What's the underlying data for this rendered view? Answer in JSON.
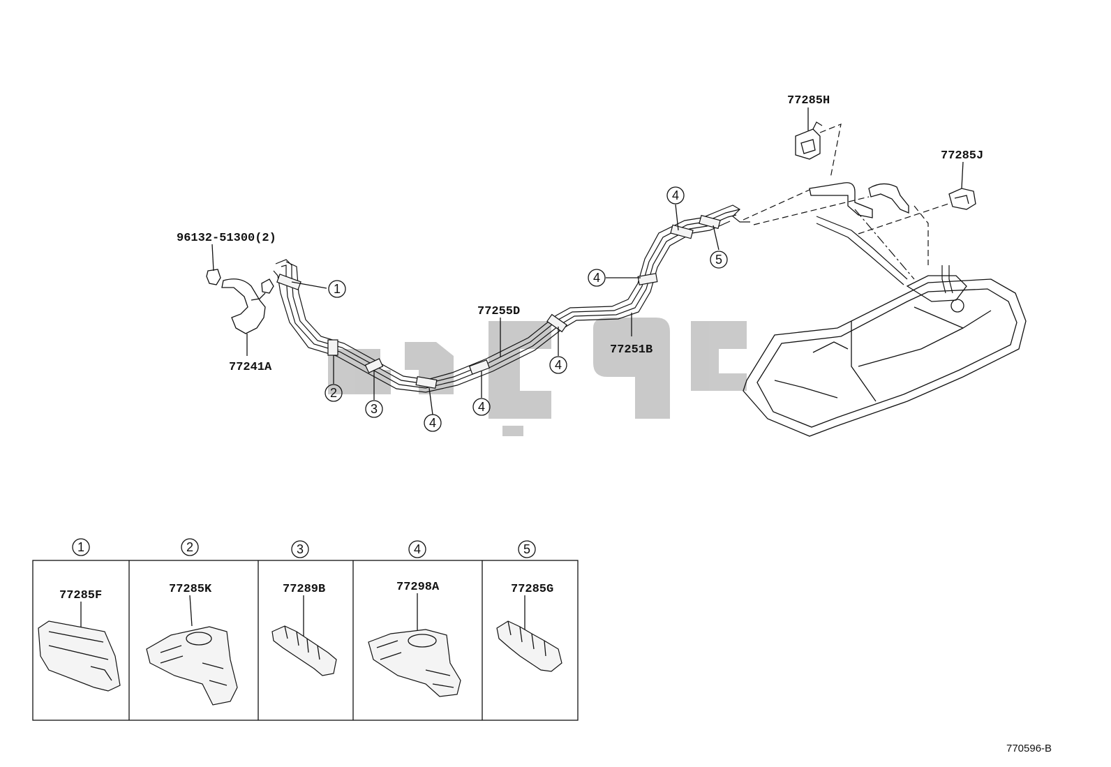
{
  "callouts": {
    "c1": "1",
    "c2": "2",
    "c3": "3",
    "c4": "4",
    "c5": "5"
  },
  "labels": {
    "hose_clip": "96132-51300(2)",
    "hose": "77241A",
    "tube_d": "77255D",
    "tube_b": "77251B",
    "clamp_h": "77285H",
    "clamp_j": "77285J"
  },
  "legend": [
    {
      "num": "1",
      "part": "77285F"
    },
    {
      "num": "2",
      "part": "77285K"
    },
    {
      "num": "3",
      "part": "77289B"
    },
    {
      "num": "4",
      "part": "77298A"
    },
    {
      "num": "5",
      "part": "77285G"
    }
  ],
  "figure_code": "770596-B",
  "watermark_color": "#c7c7c7"
}
